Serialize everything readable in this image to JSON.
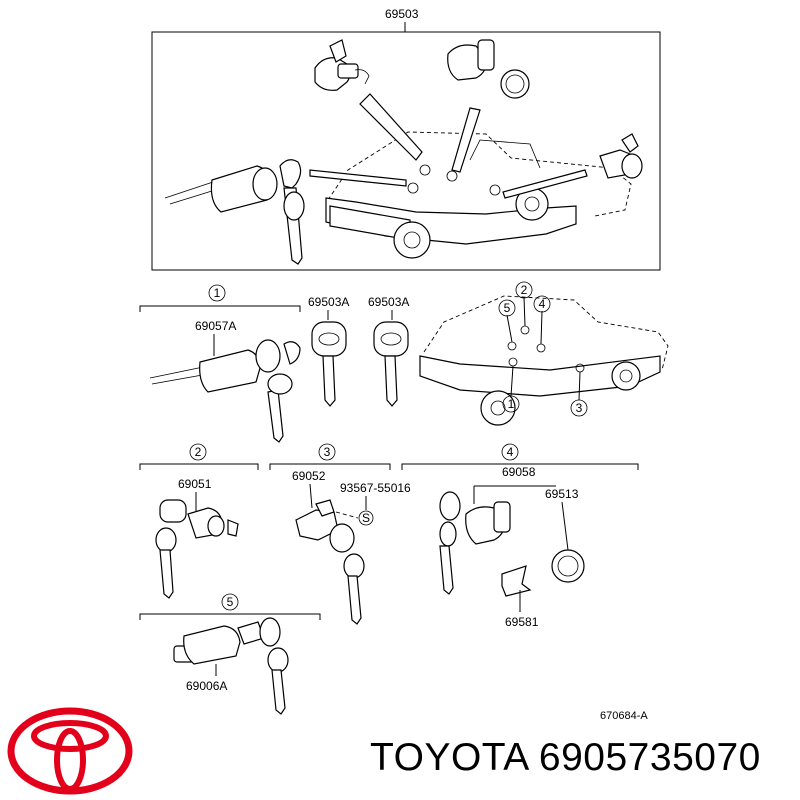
{
  "labels": {
    "top_part": "69503",
    "cyl_set": "69057A",
    "key_a": "69503A",
    "key_b": "69503A",
    "door_cyl": "69051",
    "cyl_3": "69052",
    "screw": "93567-55016",
    "cyl_4": "69058",
    "ring": "69513",
    "clip": "69581",
    "cyl_5": "69006A",
    "fig_code": "670684-A",
    "screw_mark": "S"
  },
  "callouts": {
    "n1": "1",
    "n2": "2",
    "n3": "3",
    "n4": "4",
    "n5": "5"
  },
  "brand": {
    "title": "TOYOTA 6905735070",
    "logo_color": "#e3001b"
  }
}
